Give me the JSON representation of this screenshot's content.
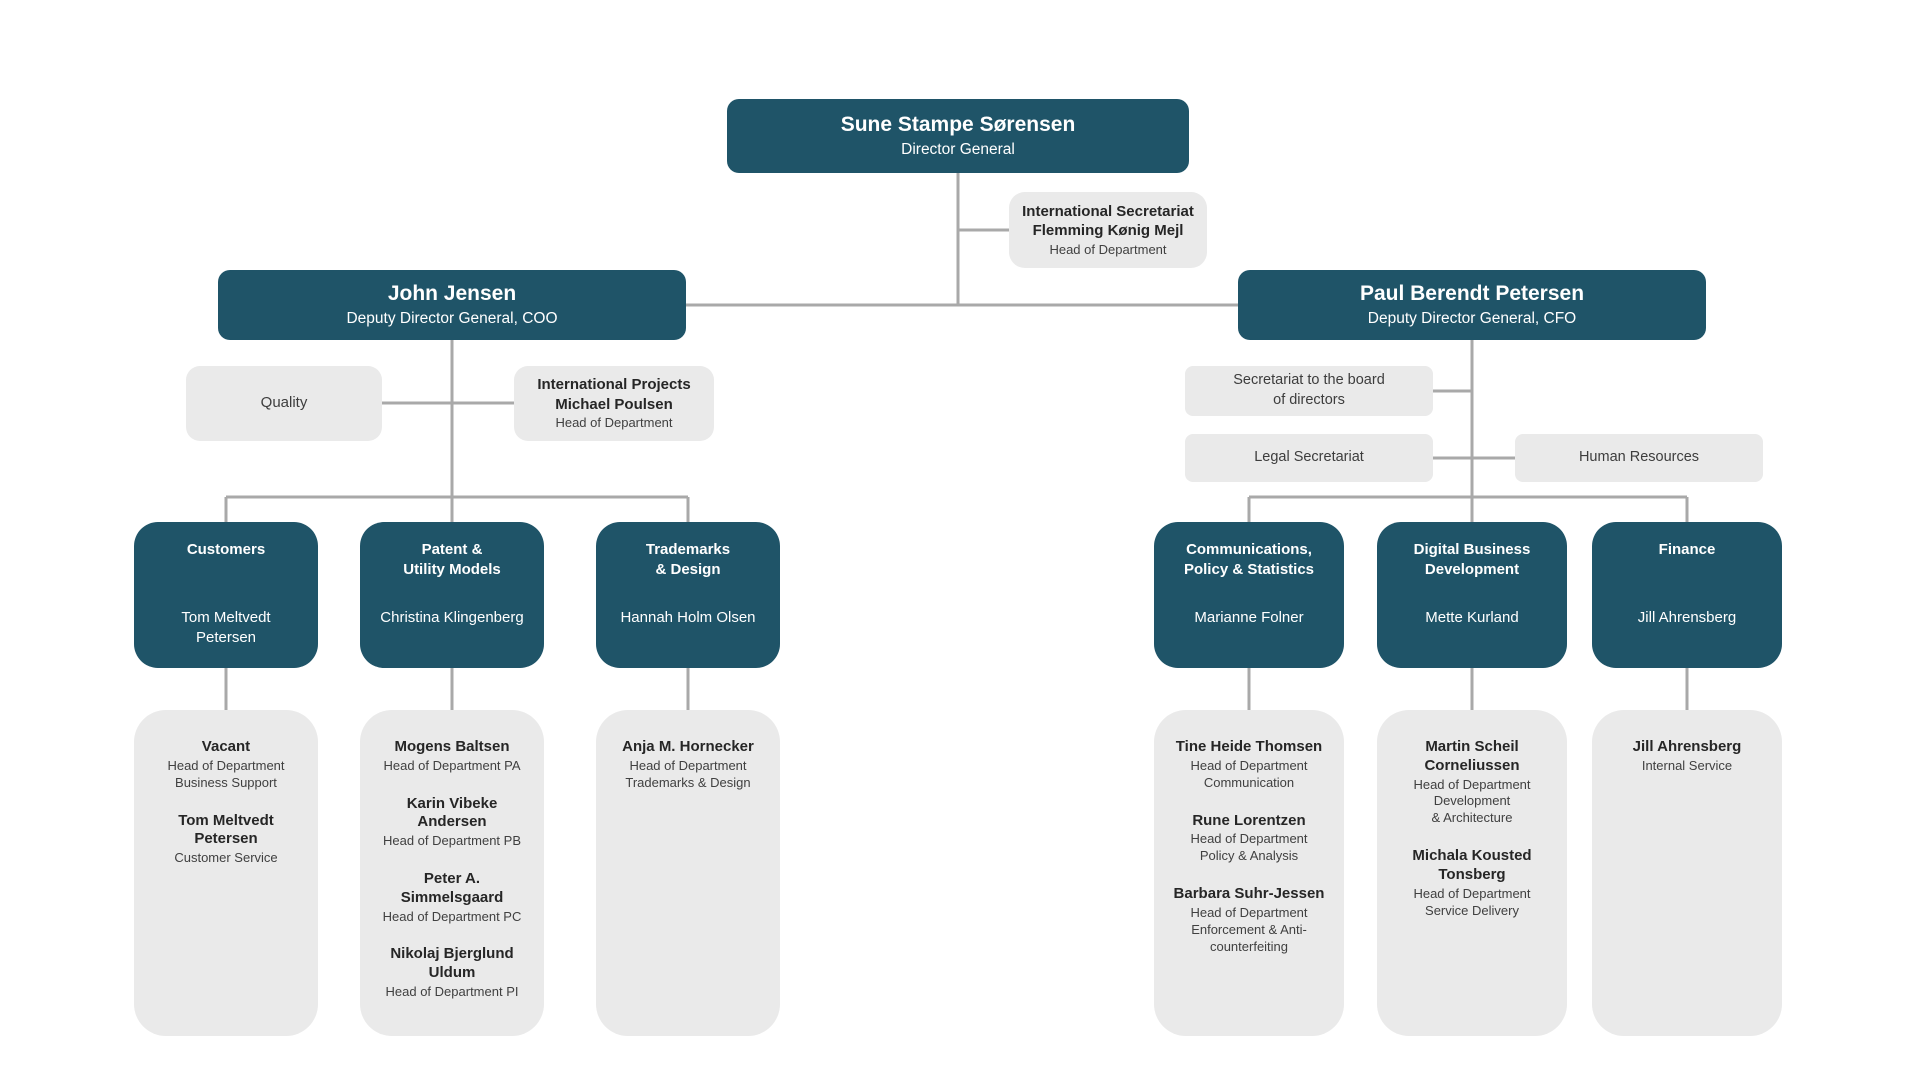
{
  "colors": {
    "node_teal": "#1f5468",
    "node_gray": "#eaeaea",
    "connector_gray": "#a9a9a9",
    "text_on_teal": "#ffffff",
    "text_dark": "#262626"
  },
  "director": {
    "name": "Sune Stampe Sørensen",
    "title": "Director General"
  },
  "international_secretariat": {
    "line1": "International Secretariat",
    "line2": "Flemming Kønig Mejl",
    "line3": "Head of Department"
  },
  "deputy_coo": {
    "name": "John Jensen",
    "title": "Deputy Director General, COO"
  },
  "deputy_cfo": {
    "name": "Paul Berendt Petersen",
    "title": "Deputy Director General, CFO"
  },
  "staff_left": {
    "quality": "Quality",
    "international_projects": {
      "line1": "International Projects",
      "line2": "Michael Poulsen",
      "line3": "Head of Department"
    }
  },
  "staff_right": {
    "secretariat_board": "Secretariat to the board\nof directors",
    "legal_secretariat": "Legal Secretariat",
    "human_resources": "Human Resources"
  },
  "departments": [
    {
      "title": "Customers",
      "head": "Tom Meltvedt\nPetersen",
      "members": [
        {
          "name": "Vacant",
          "detail": "Head of Department\nBusiness Support"
        },
        {
          "name": "Tom Meltvedt\nPetersen",
          "detail": "Customer Service"
        }
      ]
    },
    {
      "title": "Patent &\nUtility Models",
      "head": "Christina Klingenberg",
      "members": [
        {
          "name": "Mogens Baltsen",
          "detail": "Head of Department PA"
        },
        {
          "name": "Karin Vibeke\nAndersen",
          "detail": "Head of Department PB"
        },
        {
          "name": "Peter A.\nSimmelsgaard",
          "detail": "Head of Department PC"
        },
        {
          "name": "Nikolaj Bjerglund\nUldum",
          "detail": "Head of Department PI"
        }
      ]
    },
    {
      "title": "Trademarks\n& Design",
      "head": "Hannah Holm Olsen",
      "members": [
        {
          "name": "Anja M. Hornecker",
          "detail": "Head of Department\nTrademarks & Design"
        }
      ]
    },
    {
      "title": "Communications,\nPolicy & Statistics",
      "head": "Marianne Folner",
      "members": [
        {
          "name": "Tine Heide Thomsen",
          "detail": "Head of Department\nCommunication"
        },
        {
          "name": "Rune Lorentzen",
          "detail": "Head of Department\nPolicy & Analysis"
        },
        {
          "name": "Barbara Suhr-Jessen",
          "detail": "Head of Department\nEnforcement & Anti-\ncounterfeiting"
        }
      ]
    },
    {
      "title": "Digital Business\nDevelopment",
      "head": "Mette Kurland",
      "members": [
        {
          "name": "Martin Scheil\nCorneliussen",
          "detail": "Head of Department\nDevelopment\n& Architecture"
        },
        {
          "name": "Michala Kousted\nTonsberg",
          "detail": "Head of Department\nService Delivery"
        }
      ]
    },
    {
      "title": "Finance",
      "head": "Jill Ahrensberg",
      "members": [
        {
          "name": "Jill Ahrensberg",
          "detail": "Internal Service"
        }
      ]
    }
  ]
}
